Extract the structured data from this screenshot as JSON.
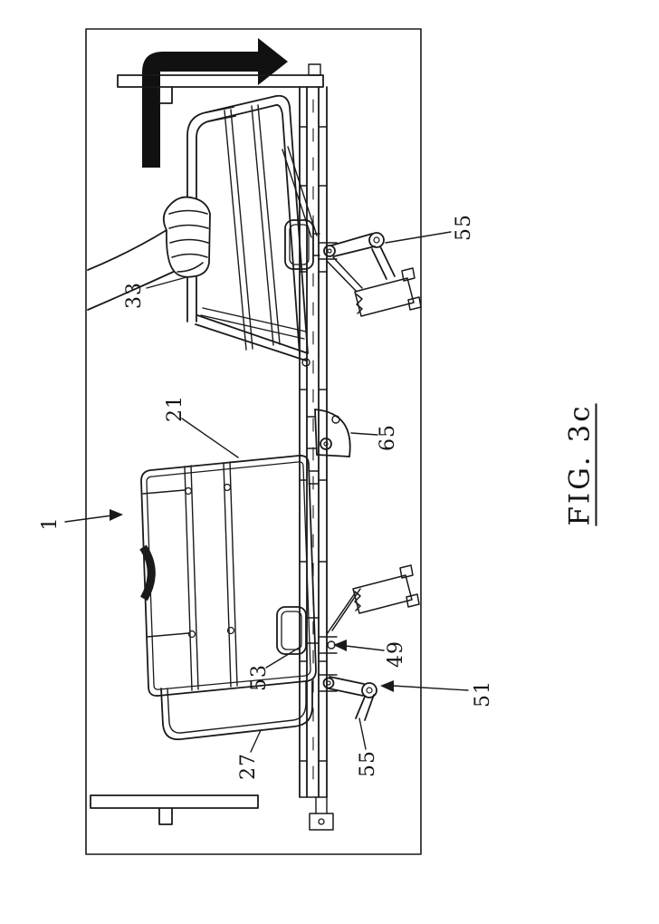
{
  "figure": {
    "caption": "FIG. 3c",
    "labels": {
      "n1": "1",
      "n21": "21",
      "n27": "27",
      "n33": "33",
      "n49": "49",
      "n51": "51",
      "n53": "53",
      "n55_upper": "55",
      "n55_lower": "55",
      "n65": "65"
    }
  }
}
